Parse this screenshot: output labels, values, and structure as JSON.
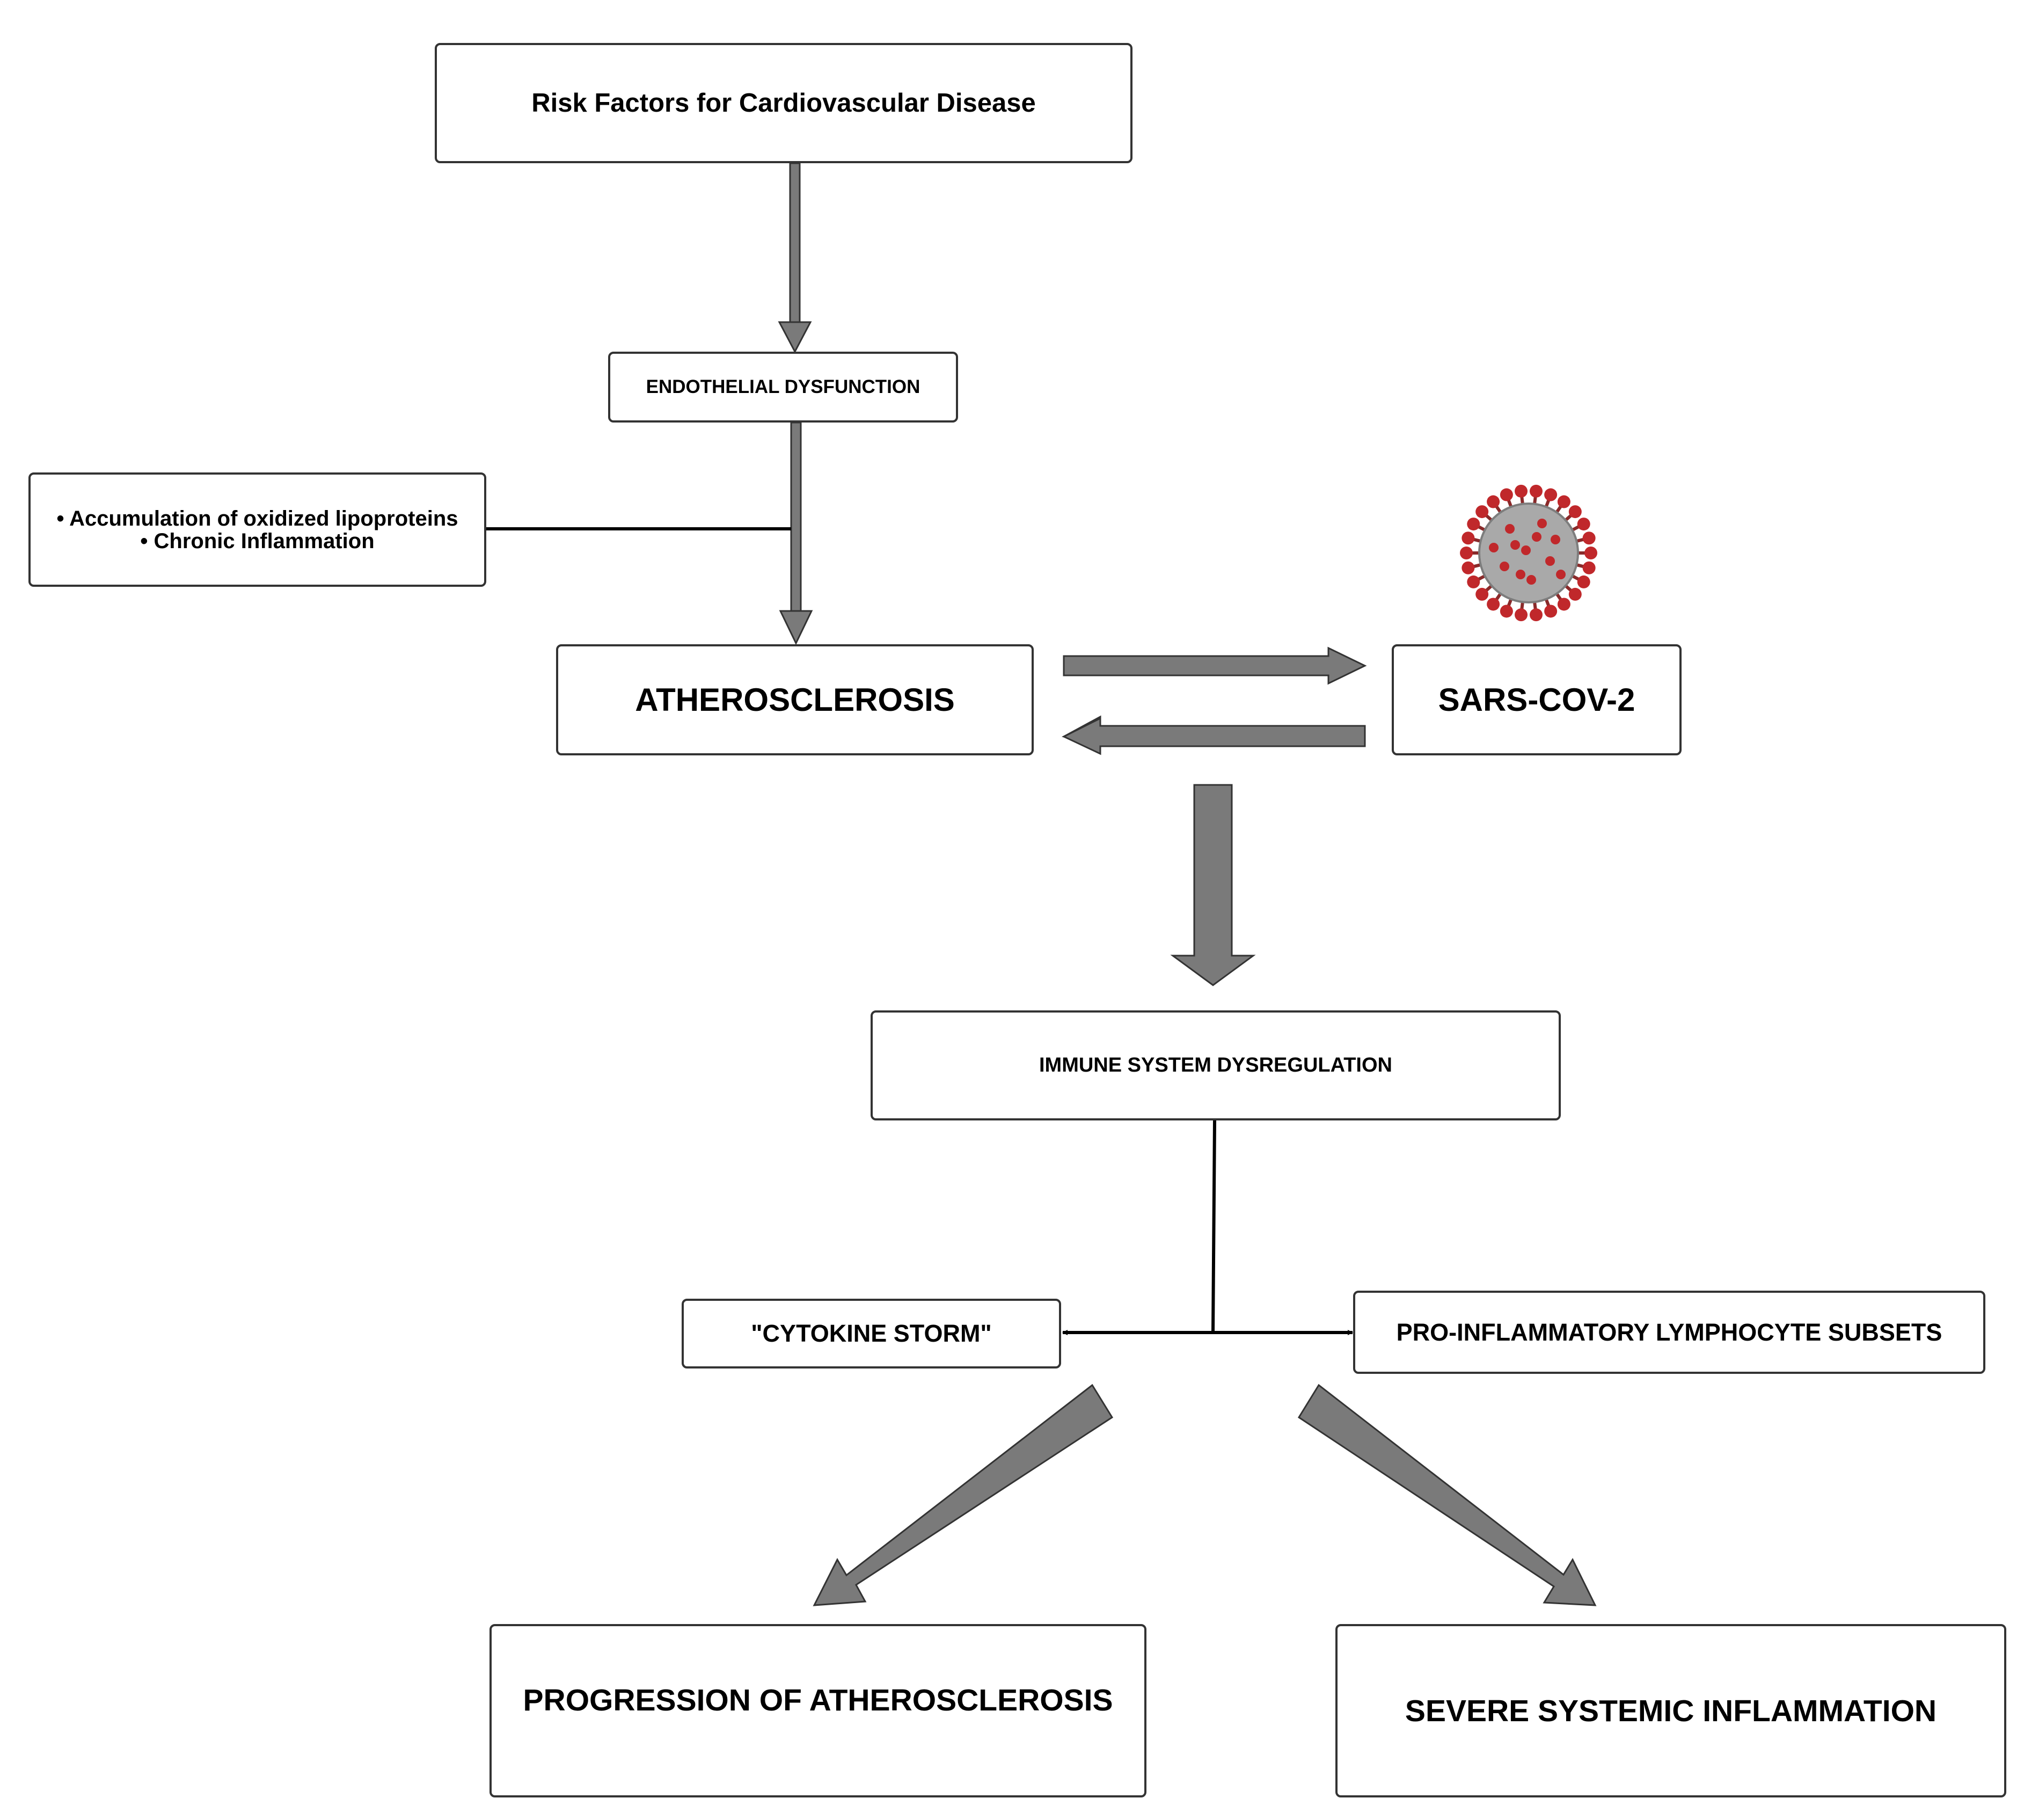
{
  "nodes": {
    "risk_factors": "Risk Factors for Cardiovascular Disease",
    "endothelial": "ENDOTHELIAL DYSFUNCTION",
    "accumulation": [
      "• Accumulation of oxidized lipoproteins",
      "• Chronic Inflammation"
    ],
    "atherosclerosis": "ATHEROSCLEROSIS",
    "sars": "SARS-COV-2",
    "immune": "IMMUNE SYSTEM DYSREGULATION",
    "cytokine": "\"CYTOKINE STORM\"",
    "lymphocyte": "PRO-INFLAMMATORY LYMPHOCYTE SUBSETS",
    "progression": "PROGRESSION OF ATHEROSCLEROSIS",
    "severe": "SEVERE SYSTEMIC INFLAMMATION"
  },
  "icons": {
    "virus": "coronavirus-icon"
  },
  "colors": {
    "arrow_fill": "#7a7a7a",
    "arrow_stroke": "#333333",
    "line": "#000000",
    "virus_body": "#a9a9a9",
    "virus_spike": "#c0282b"
  }
}
